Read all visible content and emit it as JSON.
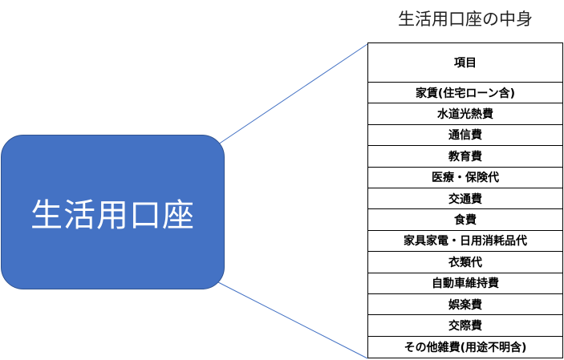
{
  "account_label": "生活用口座",
  "table": {
    "title": "生活用口座の中身",
    "header": "項目",
    "rows": [
      "家賃(住宅ローン含)",
      "水道光熱費",
      "通信費",
      "教育費",
      "医療・保険代",
      "交通費",
      "食費",
      "家具家電・日用消耗品代",
      "衣類代",
      "自動車維持費",
      "娯楽費",
      "交際費",
      "その他雑費(用途不明含)"
    ]
  },
  "colors": {
    "box_fill": "#4472c4",
    "box_border": "#2f528f",
    "connector": "#4472c4"
  }
}
